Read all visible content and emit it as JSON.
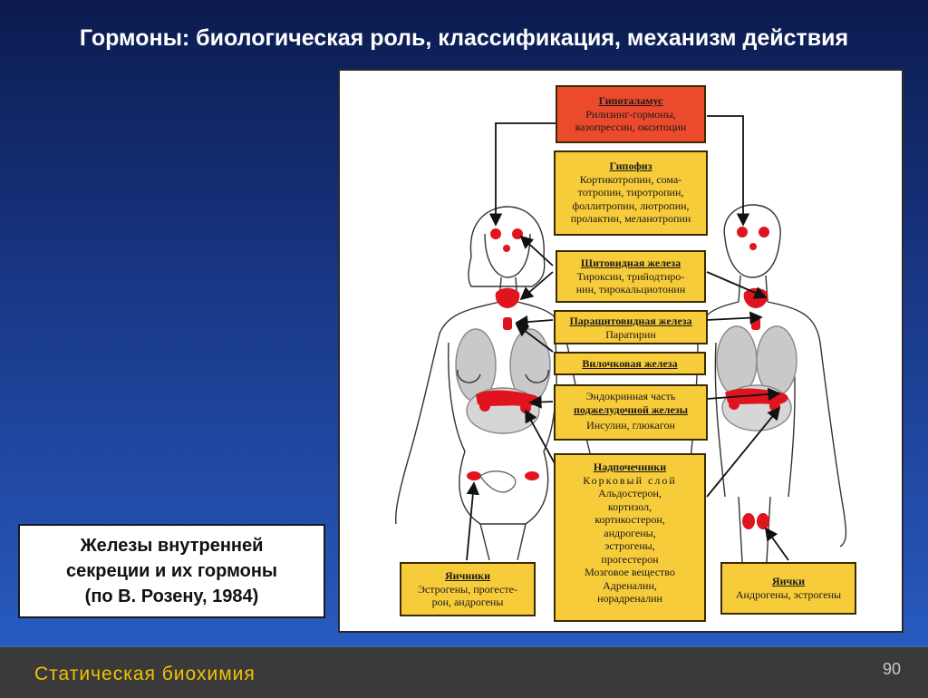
{
  "slide": {
    "title": "Гормоны: биологическая роль, классификация, механизм действия",
    "caption_lines": [
      "Железы внутренней",
      "секреции и их гормоны",
      "(по В. Розену, 1984)"
    ],
    "footer_text": "Статическая биохимия",
    "page_number": "90"
  },
  "boxes": {
    "hypothalamus": {
      "head": "Гипоталамус",
      "lines": [
        "Рилизинг-гормоны,",
        "вазопрессин, окситоцин"
      ]
    },
    "pituitary": {
      "head": "Гипофиз",
      "lines": [
        "Кортикотропин, сома-",
        "тотропин, тиротропин,",
        "фоллитропин, лютропин,",
        "пролактин, меланотропин"
      ]
    },
    "thyroid": {
      "head": "Щитовидная железа",
      "lines": [
        "Тироксин, трийодтиро-",
        "нин, тирокальциотонин"
      ]
    },
    "parathyroid": {
      "head": "Паращитовидная железа",
      "lines": [
        "Паратирин"
      ]
    },
    "thymus": {
      "head": "Вилочковая железа",
      "lines": []
    },
    "pancreas": {
      "head": "Эндокринная часть",
      "head2": "поджелудочной железы",
      "lines": [
        "Инсулин, глюкагон"
      ]
    },
    "adrenal": {
      "head": "Надпочечники",
      "lines": [
        "Корковый слой",
        "Альдостерон,",
        "кортизол,",
        "кортикостерон,",
        "андрогены,",
        "эстрогены,",
        "прогестерон",
        "Мозговое вещество",
        "Адреналин,",
        "норадреналин"
      ]
    },
    "ovaries": {
      "head": "Яичники",
      "lines": [
        "Эстрогены, прогесте-",
        "рон, андрогены"
      ]
    },
    "testes": {
      "head": "Яички",
      "lines": [
        "Андрогены, эстрогены"
      ]
    }
  },
  "colors": {
    "box_yellow": "#f7cc3a",
    "box_red": "#ec4a2c",
    "gland_red": "#e0141e",
    "footer_text": "#f2c200"
  }
}
